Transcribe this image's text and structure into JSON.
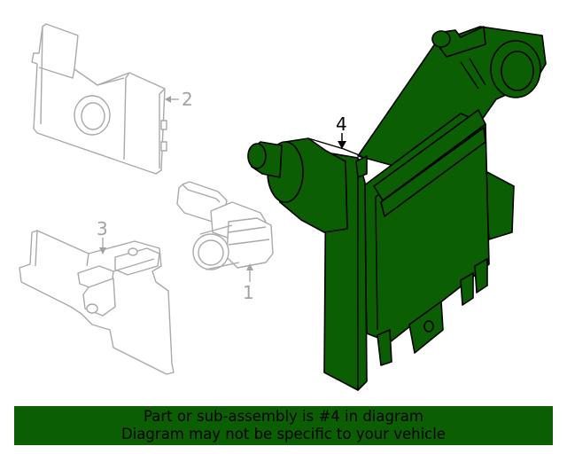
{
  "callouts": {
    "part_1": "1",
    "part_2": "2",
    "part_3": "3",
    "part_4": "4"
  },
  "banner": {
    "line1": "Part or sub-assembly is #4 in diagram",
    "line2": "Diagram may not be specific to your vehicle"
  },
  "colors": {
    "highlight": "#0b5e02",
    "ghost_line": "#a9a9a9",
    "outline": "#000000"
  }
}
